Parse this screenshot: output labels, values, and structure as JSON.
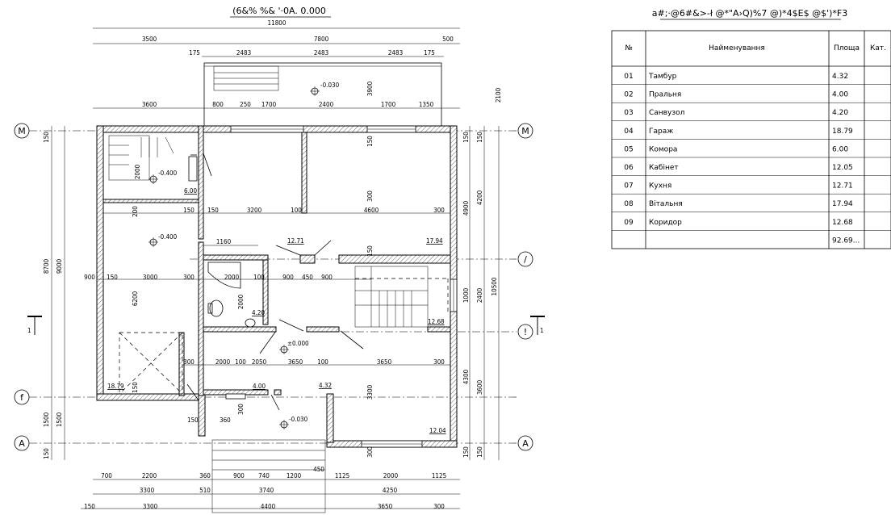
{
  "plan": {
    "title": "(6&% %& '·0A. 0.000",
    "overall_dim": "11800",
    "room_areas": [
      "6.00",
      "12.71",
      "17.94",
      "4.20",
      "12.68",
      "4.00",
      "4.32",
      "12.04",
      "18.79"
    ],
    "elevations": [
      "-0.030",
      "-0.400",
      "-0.400",
      "±0.000",
      "-0.030"
    ],
    "axis_labels": [
      "М",
      "М",
      "f",
      "А",
      "А",
      "!",
      "/"
    ],
    "section_mark": "1",
    "dims_top": [
      "3500",
      "7800",
      "500",
      "175",
      "2483",
      "2483",
      "2483",
      "175",
      "3600",
      "800",
      "250",
      "1700",
      "2400",
      "1700",
      "1350",
      "2100"
    ],
    "dims_bottom_row1": [
      "700",
      "2200",
      "360",
      "900",
      "740",
      "1200",
      "450",
      "1125",
      "2000",
      "1125"
    ],
    "dims_bottom_row2": [
      "3300",
      "510",
      "3740",
      "4250"
    ],
    "dims_bottom_row3": [
      "150",
      "3300",
      "4400",
      "3650",
      "300"
    ],
    "dims_left": [
      "150",
      "2000",
      "200",
      "6200",
      "150",
      "1500",
      "150",
      "8700",
      "9000",
      "150"
    ],
    "dims_right": [
      "150",
      "150",
      "4900",
      "4200",
      "2400",
      "1000",
      "10500",
      "4300",
      "3600",
      "2100",
      "150",
      "150",
      "150"
    ],
    "dims_inner": [
      "150",
      "150",
      "3200",
      "100",
      "4600",
      "300",
      "1160",
      "150",
      "2000",
      "100",
      "900",
      "450",
      "900",
      "150",
      "3000",
      "300",
      "2000",
      "100",
      "2000",
      "100",
      "2050",
      "100",
      "3650",
      "300",
      "360",
      "150",
      "3900",
      "150",
      "300",
      "3300"
    ]
  },
  "table": {
    "title": "a#;·@6#&>-ł @*\"A›Q)%7 @)*4$E$ @$')*F3",
    "headers": [
      "№",
      "Найменування",
      "Площа",
      "Кат."
    ],
    "rows": [
      {
        "no": "01",
        "name": "Тамбур",
        "area": "4.32",
        "cat": ""
      },
      {
        "no": "02",
        "name": "Пральня",
        "area": "4.00",
        "cat": ""
      },
      {
        "no": "03",
        "name": "Санвузол",
        "area": "4.20",
        "cat": ""
      },
      {
        "no": "04",
        "name": "Гараж",
        "area": "18.79",
        "cat": ""
      },
      {
        "no": "05",
        "name": "Комора",
        "area": "6.00",
        "cat": ""
      },
      {
        "no": "06",
        "name": "Кабінет",
        "area": "12.05",
        "cat": ""
      },
      {
        "no": "07",
        "name": "Кухня",
        "area": "12.71",
        "cat": ""
      },
      {
        "no": "08",
        "name": "Вітальня",
        "area": "17.94",
        "cat": ""
      },
      {
        "no": "09",
        "name": "Коридор",
        "area": "12.68",
        "cat": ""
      }
    ],
    "total": "92.69..."
  }
}
